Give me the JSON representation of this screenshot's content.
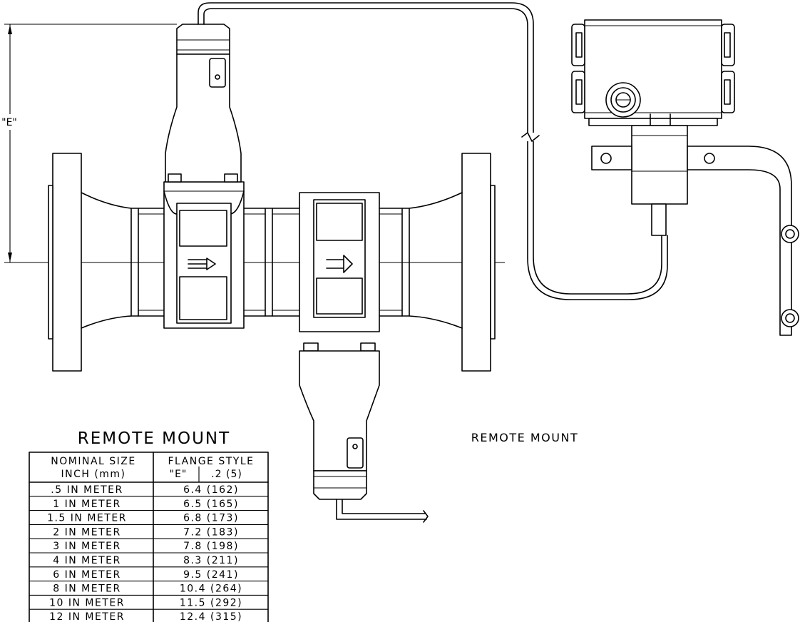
{
  "dimension_label": "\"E\"",
  "left_caption": "REMOTE MOUNT",
  "right_caption": "REMOTE MOUNT",
  "table": {
    "header_col1_line1": "NOMINAL SIZE",
    "header_col1_line2": "INCH (mm)",
    "header_col2_line1": "FLANGE STYLE",
    "header_col2_sub_a": "\"E\"",
    "header_col2_sub_b": ".2 (5)",
    "rows": [
      {
        "size": ".5  IN METER",
        "value": "6.4 (162)"
      },
      {
        "size": "1  IN METER",
        "value": "6.5 (165)"
      },
      {
        "size": "1.5  IN METER",
        "value": "6.8 (173)"
      },
      {
        "size": "2  IN METER",
        "value": "7.2 (183)"
      },
      {
        "size": "3  IN METER",
        "value": "7.8 (198)"
      },
      {
        "size": "4  IN METER",
        "value": "8.3 (211)"
      },
      {
        "size": "6  IN METER",
        "value": "9.5 (241)"
      },
      {
        "size": "8  IN METER",
        "value": "10.4 (264)"
      },
      {
        "size": "10  IN METER",
        "value": "11.5 (292)"
      },
      {
        "size": "12  IN METER",
        "value": "12.4 (315)"
      }
    ]
  }
}
